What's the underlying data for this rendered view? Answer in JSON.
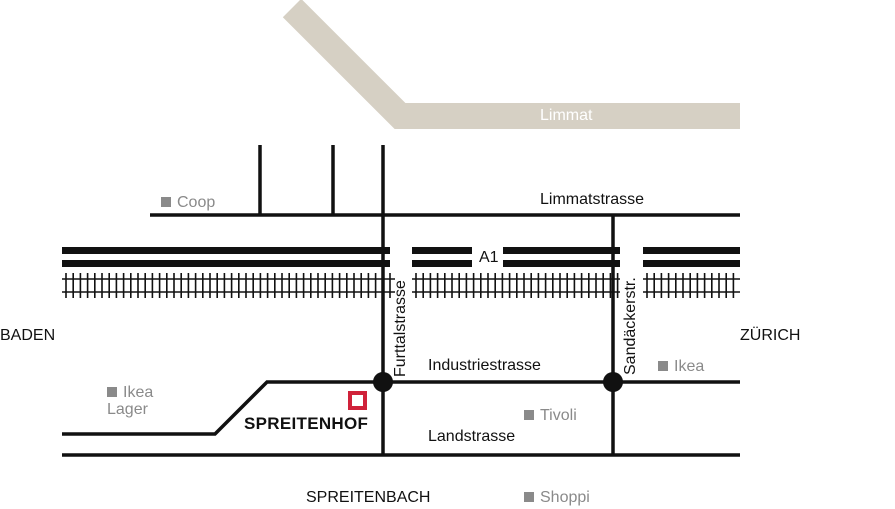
{
  "river": {
    "label": "Limmat",
    "color": "#d6d0c4"
  },
  "roads": {
    "limmatstrasse": "Limmatstrasse",
    "a1": "A1",
    "furttalstrasse": "Furttalstrasse",
    "sandaeckerstr": "Sandäckerstr.",
    "industriestrasse": "Industriestrasse",
    "landstrasse": "Landstrasse"
  },
  "places": {
    "baden": "BADEN",
    "zuerich": "ZÜRICH",
    "spreitenbach": "SPREITENBACH"
  },
  "pois": [
    {
      "label": "Coop"
    },
    {
      "label": "Ikea"
    },
    {
      "label": "Ikea Lager"
    },
    {
      "label": "Tivoli"
    },
    {
      "label": "Shoppi"
    }
  ],
  "destination": {
    "label": "SPREITENHOF",
    "color": "#d0223a"
  }
}
